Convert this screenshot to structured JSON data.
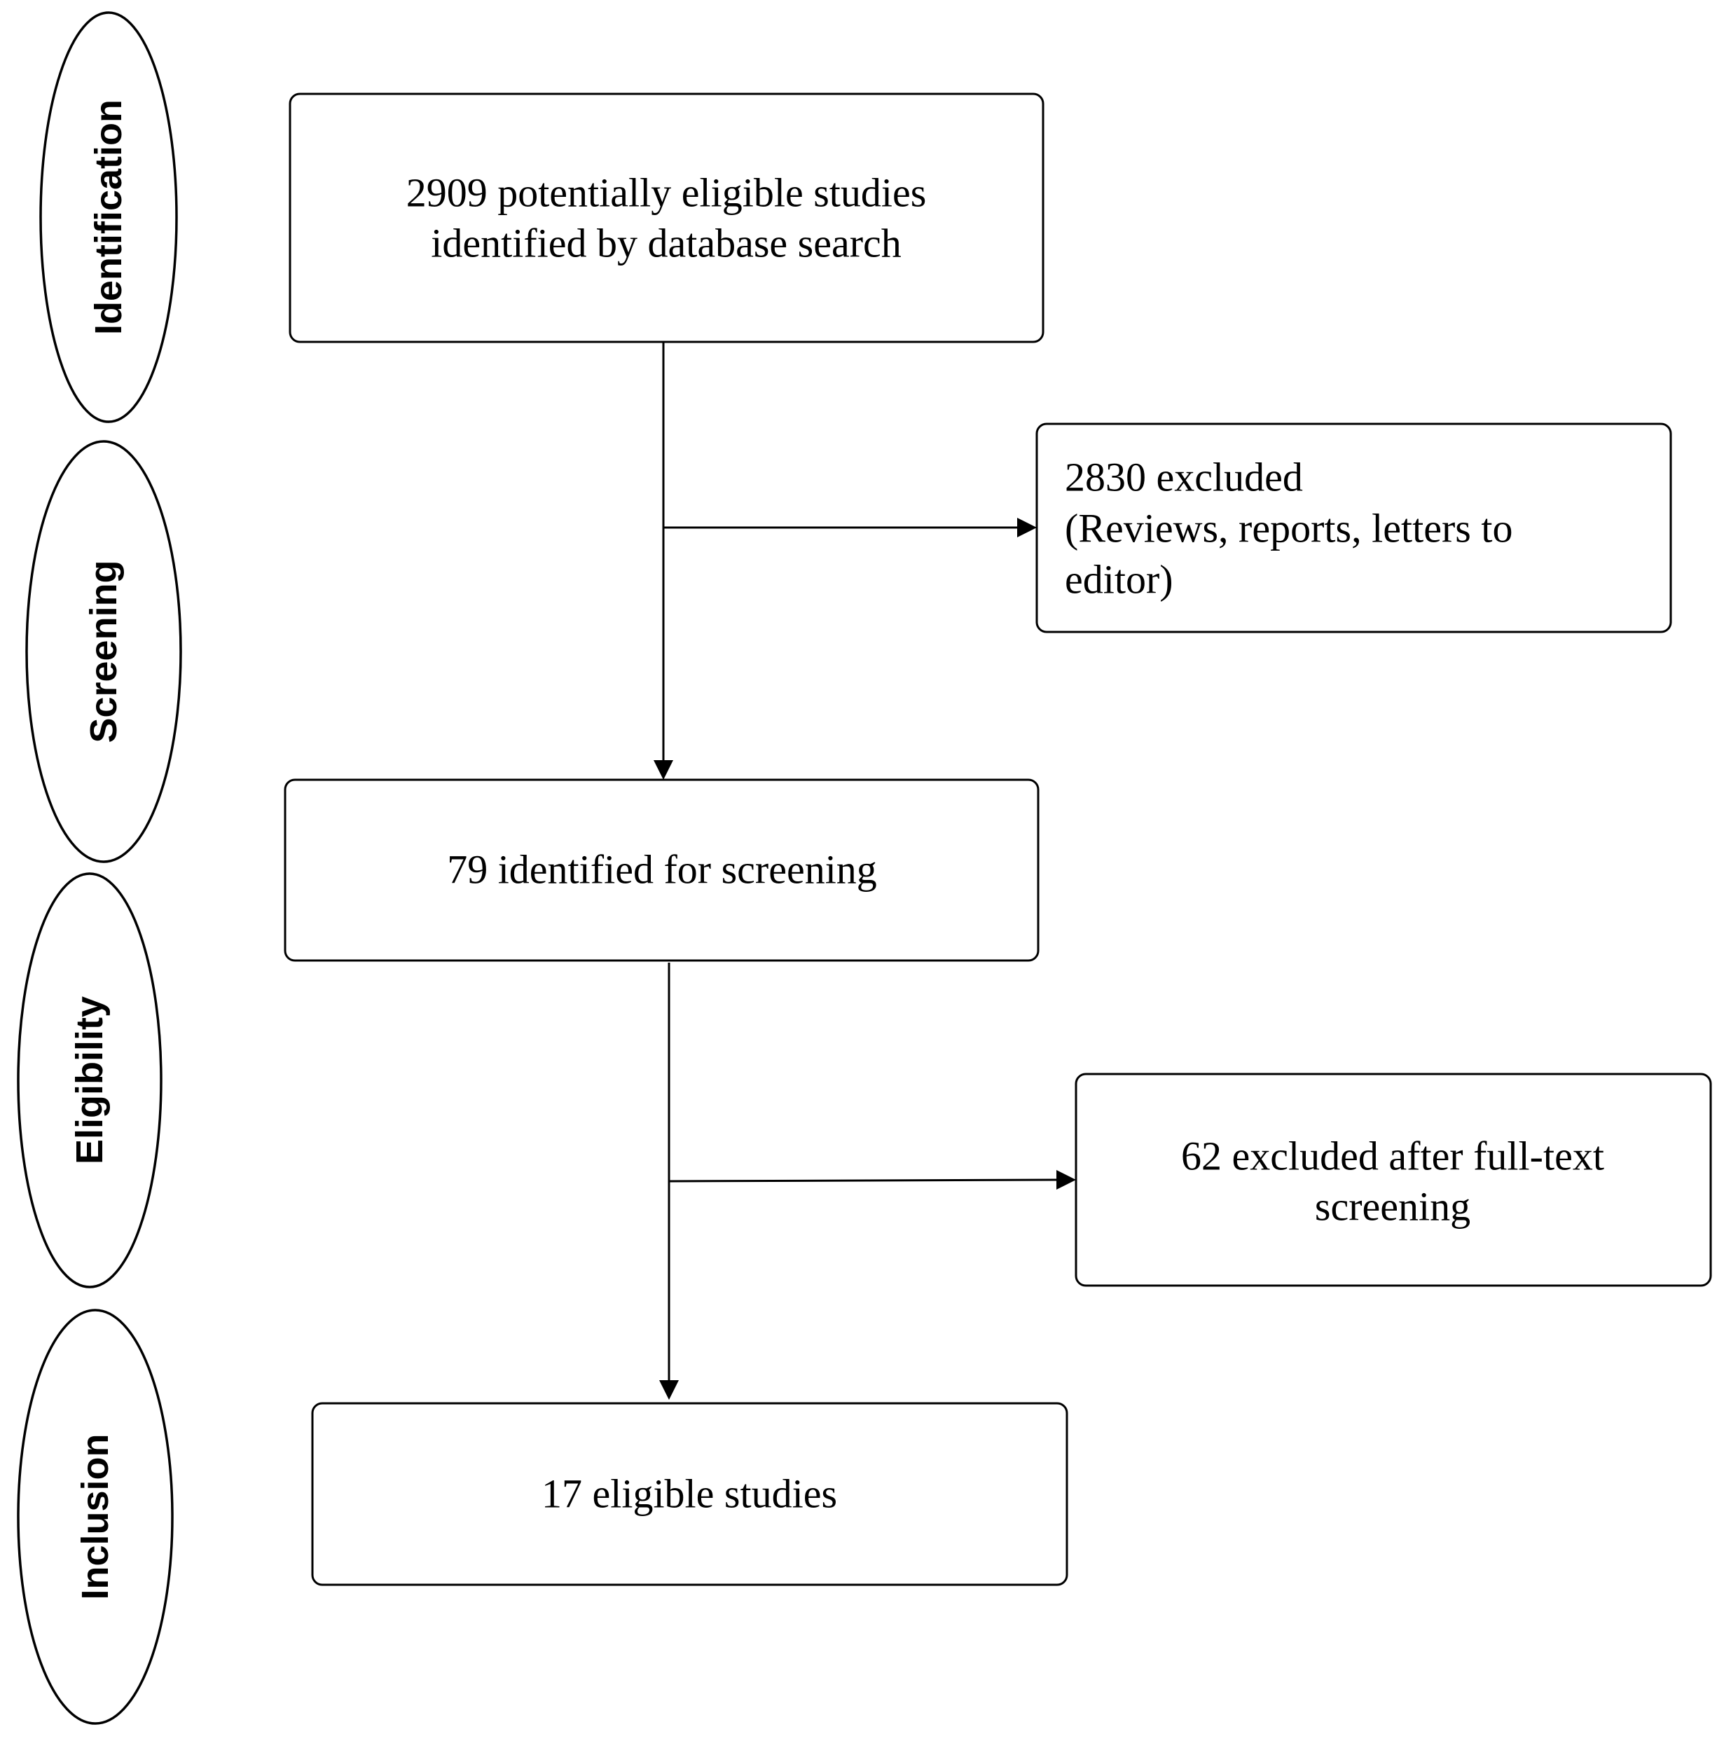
{
  "stages": {
    "identification": "Identification",
    "screening": "Screening",
    "eligibility": "Eligibility",
    "inclusion": "Inclusion"
  },
  "boxes": {
    "identified": {
      "line1": "2909 potentially eligible studies",
      "line2": "identified by database search"
    },
    "excluded_screening": {
      "line1": "2830 excluded",
      "line2": "(Reviews, reports, letters to",
      "line3": "editor)"
    },
    "screened": {
      "line1": "79 identified for screening"
    },
    "excluded_fulltext": {
      "line1": "62 excluded after full-text",
      "line2": "screening"
    },
    "included": {
      "line1": "17 eligible studies"
    }
  },
  "colors": {
    "stroke": "#000000",
    "background": "#ffffff"
  }
}
